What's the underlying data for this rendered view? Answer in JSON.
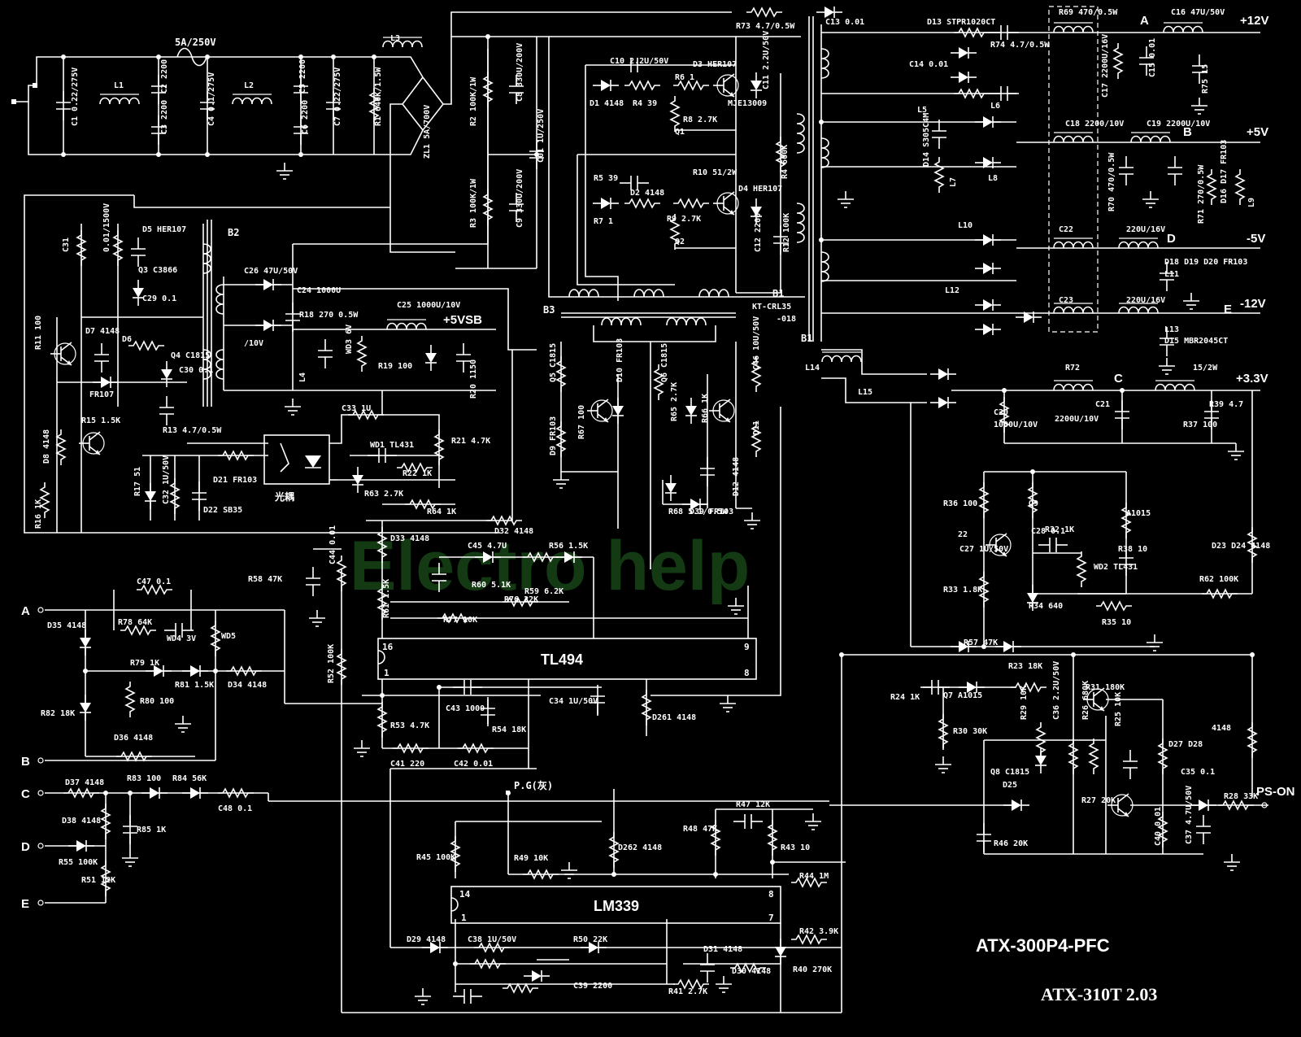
{
  "title": "ATX-300P4-PFC",
  "subtitle": "ATX-310T  2.03",
  "watermark": "Electro help",
  "rails": [
    "+12V",
    "+5V",
    "-5V",
    "-12V",
    "+3.3V",
    "+5VSB",
    "PS-ON",
    "P.G(灰)"
  ],
  "nodes": [
    "A",
    "B",
    "C",
    "D",
    "E"
  ],
  "ics": [
    "TL494",
    "LM339"
  ],
  "transformers": [
    "B1",
    "B2",
    "B3",
    "KT-CRL35",
    "-018"
  ],
  "optocoupler": "光耦",
  "fuse": "5A/250V",
  "components": [
    "C1 0.22/275V",
    "L1",
    "C2 2200",
    "C3 2200",
    "C4 0.1/275V",
    "L2",
    "C5 2200",
    "C6 2200",
    "C7 0.22/275V",
    "R1 640K/1.5W",
    "L3",
    "ZL1 5A/700V",
    "R2 100K/1W",
    "R3 100K/1W",
    "C8 330U/200V",
    "C9 330U/200V",
    "C01 1U/250V",
    "C10 2.2U/50V",
    "D1 4148",
    "R4 39",
    "R6 1",
    "R8 2.7K",
    "Q1",
    "MJE13009",
    "D3 HER107",
    "C11 2.2U/50V",
    "R5 39",
    "D2 4148",
    "R7 1",
    "R9 2.7K",
    "Q2",
    "D4 HER107",
    "R10 51/2W",
    "C12 2200",
    "R4 660K",
    "R12 100K",
    "C31",
    "0.01/1500V",
    "D5 HER107",
    "Q3 C3866",
    "C29 0.1",
    "R11 100",
    "D7 4148",
    "D6",
    "FR107",
    "Q4 C1815",
    "C30 0.1",
    "R15 1.5K",
    "R13 4.7/0.5W",
    "D8 4148",
    "R16 1K",
    "R17 51",
    "C32 1U/50V",
    "D21 FR103",
    "D22 SB35",
    "C26 47U/50V",
    "/10V",
    "C24 1000U",
    "R18 270 0.5W",
    "L4",
    "WD3 6V",
    "C25 1000U/10V",
    "R19 100",
    "R20 1150",
    "C33 1U",
    "R21 4.7K",
    "WD1 TL431",
    "R22 1K",
    "R63 2.7K",
    "R64 1K",
    "Q5 C1815",
    "D9 FR103",
    "R67 100",
    "D10 FR103",
    "Q6 C1815",
    "R65 2.7K",
    "R66 1K",
    "C46 10U/50V",
    "D11",
    "D12 4148",
    "R68 5.1/0.5W",
    "D39 FR103",
    "R73 4.7/0.5W",
    "C13 0.01",
    "D13 STPR1020CT",
    "R74 4.7/0.5W",
    "C14 0.01",
    "L5",
    "L6",
    "R69 470/0.5W",
    "C16 47U/50V",
    "C17 2200U/16V",
    "C15 0.01",
    "R75 15",
    "D14 S305C4M",
    "L7",
    "L8",
    "C18 2200/10V",
    "C19 2200U/10V",
    "R70 470/0.5W",
    "R71 270/0.5W",
    "D16 D17 FR103",
    "L9",
    "L10",
    "C22",
    "220U/16V",
    "D18 D19 D20 FR103",
    "L11",
    "L12",
    "C23",
    "220U/16V",
    "L13",
    "D15 MBR2045CT",
    "L14",
    "L15",
    "R72",
    "15/2W",
    "C20",
    "1000U/10V",
    "C21",
    "2200U/10V",
    "R39 4.7",
    "R37 100",
    "R36 100",
    "Q9",
    "A1015",
    "22",
    "C27 1U/50V",
    "C28 0.1",
    "R32 1K",
    "R38 10",
    "WD2 TL431",
    "R33 1.8K",
    "R34 640",
    "R35 10",
    "D23 D24 4148",
    "R62 100K",
    "R57 47K",
    "D32 4148",
    "D33 4148",
    "C45 4.7U",
    "R56 1.5K",
    "R58 47K",
    "C44 0.01",
    "R61 1.5K",
    "R60 5.1K",
    "R59 6.2K",
    "R76 22K",
    "R77 10K",
    "C47 0.1",
    "R78 64K",
    "WD4 3V",
    "WD5",
    "D35 4148",
    "R79 1K",
    "R81 1.5K",
    "D34 4148",
    "R80 100",
    "R82 18K",
    "D36 4148",
    "D37 4148",
    "R83 100",
    "R84 56K",
    "C48 0.1",
    "D38 4148",
    "R85 1K",
    "R55 100K",
    "R51 12K",
    "R52 100K",
    "R53 4.7K",
    "C41 220",
    "C42 0.01",
    "C43 1000",
    "R54 18K",
    "C34 1U/50V",
    "D261 4148",
    "R24 1K",
    "Q7 A1015",
    "R23 18K",
    "R31 180K",
    "R30 30K",
    "R29 10K",
    "C36 2.2U/50V",
    "R26 680K",
    "R25 10K",
    "D27 D28",
    "4148",
    "Q8 C1815",
    "D25",
    "R27 20K",
    "C35 0.1",
    "R28 33K",
    "C37 4.7U/50V",
    "C40 0.01",
    "R46 20K",
    "R47 12K",
    "R48 47K",
    "R43 10",
    "R44 1M",
    "R45 100K",
    "R49 10K",
    "D262 4148",
    "R42 3.9K",
    "D29 4148",
    "C38 1U/50V",
    "R50 22K",
    "D31 4148",
    "D30 4148",
    "R40 270K",
    "C39 2200",
    "R41 2.7K"
  ],
  "pins": [
    "16",
    "1",
    "9",
    "8",
    "14",
    "1",
    "8",
    "7"
  ]
}
